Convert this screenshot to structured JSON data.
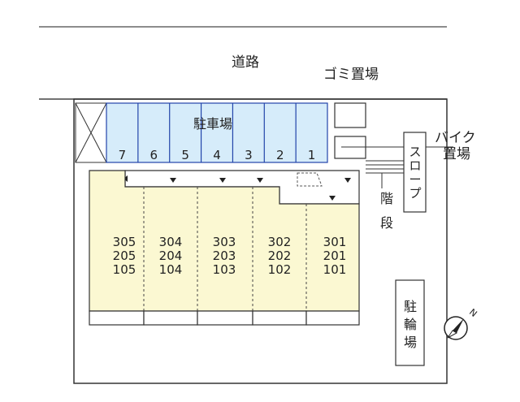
{
  "road": {
    "label": "道路"
  },
  "garbage": {
    "label": "ゴミ置場"
  },
  "bike_parking": {
    "label": "バイク置場"
  },
  "slope": {
    "label": "スロープ"
  },
  "stairs": {
    "label": "階段"
  },
  "bicycle_parking": {
    "label": "駐輪場"
  },
  "parking": {
    "label": "駐車場",
    "spaces": [
      "7",
      "6",
      "5",
      "4",
      "3",
      "2",
      "1"
    ]
  },
  "units": {
    "columns": [
      [
        "305",
        "205",
        "105"
      ],
      [
        "304",
        "204",
        "104"
      ],
      [
        "303",
        "203",
        "103"
      ],
      [
        "302",
        "202",
        "102"
      ],
      [
        "301",
        "201",
        "101"
      ]
    ]
  },
  "compass": {
    "label": "N"
  },
  "colors": {
    "parking_fill": "#d6ecfa",
    "parking_stroke": "#2244aa",
    "building_fill": "#fbf8d2",
    "line": "#333333"
  }
}
